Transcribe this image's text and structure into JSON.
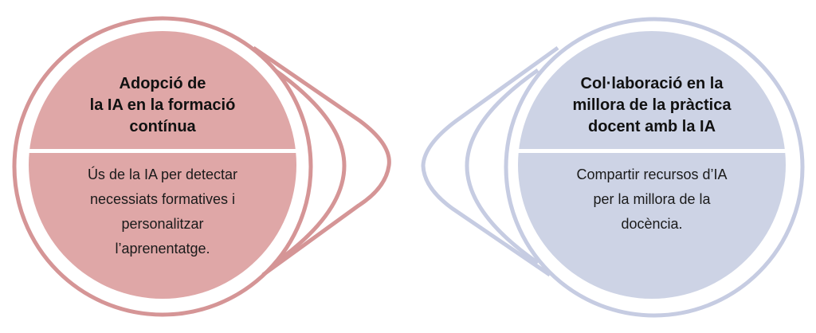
{
  "colors": {
    "left_fill": "#dfa7a7",
    "left_stroke": "#d59596",
    "right_fill": "#cdd3e5",
    "right_stroke": "#c6cce2"
  },
  "left": {
    "title": [
      "Adopció de",
      "la IA en la formació",
      "contínua"
    ],
    "body": [
      "Ús de la IA per detectar",
      "necessiats formatives i",
      "personalitzar",
      "l’aprenentatge."
    ]
  },
  "right": {
    "title": [
      "Col·laboració en la",
      "millora de la pràctica",
      "docent amb la IA"
    ],
    "body": [
      "Compartir recursos d’IA",
      "per la millora de la",
      "docència."
    ]
  }
}
